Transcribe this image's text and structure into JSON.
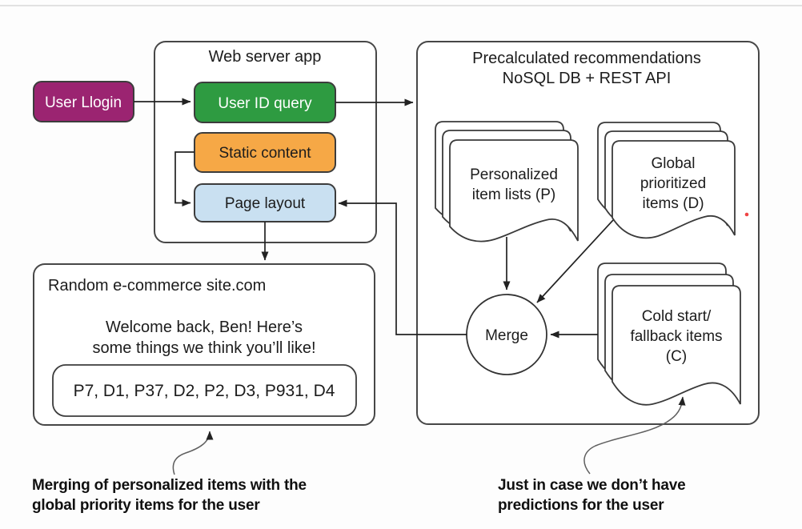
{
  "nodes": {
    "user_login": "User Llogin",
    "user_id_query": "User ID query",
    "static_content": "Static content",
    "page_layout": "Page layout",
    "merge": "Merge"
  },
  "containers": {
    "web_server": {
      "title": "Web server app"
    },
    "precalc": {
      "title_line1": "Precalculated recommendations",
      "title_line2": "NoSQL DB + REST API"
    },
    "ecommerce": {
      "title": "Random e-commerce site.com",
      "welcome_line1": "Welcome back, Ben! Here’s",
      "welcome_line2": "some things we think you’ll like!",
      "recommendation_items": "P7, D1, P37, D2, P2, D3, P931, D4"
    }
  },
  "documents": {
    "personalized": {
      "line1": "Personalized",
      "line2": "item lists (P)"
    },
    "global": {
      "line1": "Global",
      "line2": "prioritized",
      "line3": "items (D)"
    },
    "cold_start": {
      "line1": "Cold start/",
      "line2": "fallback items",
      "line3": "(C)"
    }
  },
  "annotations": {
    "merge_note_line1": "Merging of personalized items with the",
    "merge_note_line2": "global priority items for the user",
    "fallback_note_line1": "Just in case we don’t have",
    "fallback_note_line2": "predictions for the user"
  },
  "colors": {
    "login_fill": "#9B2471",
    "query_fill": "#2E9B41",
    "static_fill": "#F6A846",
    "layout_fill": "#C9E0F1"
  }
}
